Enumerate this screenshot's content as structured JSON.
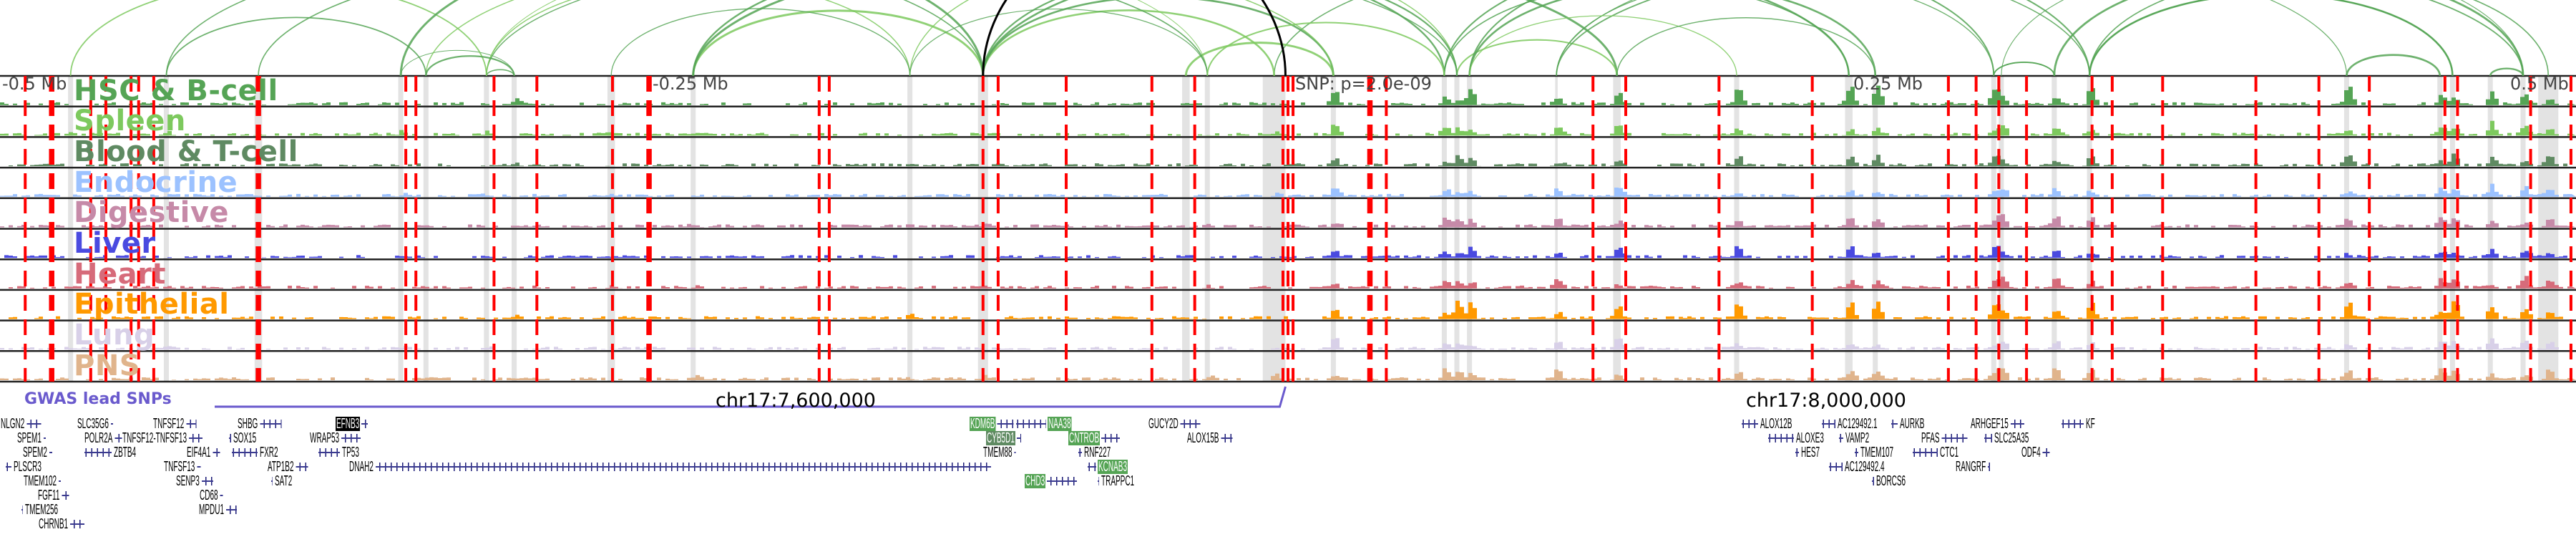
{
  "axis": {
    "labels": [
      "-0.5 Mb",
      "-0.25 Mb",
      "SNP: p=2.0e-09",
      "0.25 Mb",
      "0.5 Mb"
    ],
    "chrom_ticks": [
      "chr17:7,600,000",
      "chr17:8,000,000"
    ],
    "range_kb": [
      -510,
      512
    ]
  },
  "tracks": [
    {
      "label": "HSC & B-cell",
      "color": "#55a455"
    },
    {
      "label": "Spleen",
      "color": "#7dc95e"
    },
    {
      "label": "Blood & T-cell",
      "color": "#5f8a62"
    },
    {
      "label": "Endocrine",
      "color": "#9cc2ff"
    },
    {
      "label": "Digestive",
      "color": "#c68aa8"
    },
    {
      "label": "Liver",
      "color": "#4a4ae0"
    },
    {
      "label": "Heart",
      "color": "#d66b7a"
    },
    {
      "label": "Epithelial",
      "color": "#ff9900"
    },
    {
      "label": "Lung",
      "color": "#d8d0e8"
    },
    {
      "label": "PNS",
      "color": "#e0b48c"
    }
  ],
  "gwas": {
    "label": "GWAS lead SNPs",
    "color": "#6a5acd",
    "lead_snp_kb": 0,
    "snp_positions_kb": [
      -500,
      -490,
      -489,
      -474,
      -468,
      -458,
      -455,
      -449,
      -408,
      -407,
      -349,
      -345,
      -314,
      -297,
      -267,
      -253,
      -252,
      -185,
      -181,
      -120,
      -114,
      -87,
      -53,
      -36,
      -1,
      1,
      3,
      33,
      34,
      40,
      122,
      135,
      172,
      209,
      263,
      274,
      283,
      294,
      320,
      328,
      348,
      385,
      410,
      430,
      460,
      465,
      494,
      510
    ],
    "highlight_regions_kb": [
      [
        -483,
        -481
      ],
      [
        -445,
        -443
      ],
      [
        -409,
        -406
      ],
      [
        -352,
        -350
      ],
      [
        -342,
        -340
      ],
      [
        -318,
        -316
      ],
      [
        -307,
        -305
      ],
      [
        -269,
        -266
      ],
      [
        -236,
        -234
      ],
      [
        -150,
        -148
      ],
      [
        -122,
        -118
      ],
      [
        -41,
        -38
      ],
      [
        -32,
        -30
      ],
      [
        -9,
        0
      ],
      [
        18,
        20
      ],
      [
        62,
        64
      ],
      [
        67,
        69
      ],
      [
        72,
        74
      ],
      [
        107,
        108
      ],
      [
        130,
        133
      ],
      [
        178,
        180
      ],
      [
        222,
        225
      ],
      [
        233,
        235
      ],
      [
        280,
        282
      ],
      [
        283,
        285
      ],
      [
        304,
        306
      ],
      [
        318,
        320
      ],
      [
        420,
        422
      ],
      [
        457,
        459
      ],
      [
        462,
        464
      ],
      [
        477,
        479
      ],
      [
        490,
        492
      ],
      [
        497,
        505
      ]
    ]
  },
  "genes": [
    {
      "name": "NLGN2",
      "strand": "+"
    },
    {
      "name": "SPEM1",
      "strand": "+"
    },
    {
      "name": "SPEM2",
      "strand": "+"
    },
    {
      "name": "PLSCR3",
      "strand": "-"
    },
    {
      "name": "TMEM102",
      "strand": "+"
    },
    {
      "name": "FGF11",
      "strand": "+"
    },
    {
      "name": "TMEM256",
      "strand": "-"
    },
    {
      "name": "CHRNB1",
      "strand": "+"
    },
    {
      "name": "SLC35G6",
      "strand": "+"
    },
    {
      "name": "POLR2A",
      "strand": "+"
    },
    {
      "name": "ZBTB4",
      "strand": "-"
    },
    {
      "name": "TNFSF12-TNFSF13",
      "strand": "+"
    },
    {
      "name": "TNFSF12",
      "strand": "+"
    },
    {
      "name": "EIF4A1",
      "strand": "+"
    },
    {
      "name": "TNFSF13",
      "strand": "+"
    },
    {
      "name": "SENP3",
      "strand": "+"
    },
    {
      "name": "CD68",
      "strand": "+"
    },
    {
      "name": "MPDU1",
      "strand": "+"
    },
    {
      "name": "SHBG",
      "strand": "+"
    },
    {
      "name": "SOX15",
      "strand": "-"
    },
    {
      "name": "FXR2",
      "strand": "-"
    },
    {
      "name": "ATP1B2",
      "strand": "+"
    },
    {
      "name": "SAT2",
      "strand": "-"
    },
    {
      "name": "EFNB3",
      "strand": "+",
      "highlight": "black"
    },
    {
      "name": "WRAP53",
      "strand": "+"
    },
    {
      "name": "TP53",
      "strand": "-"
    },
    {
      "name": "DNAH2",
      "strand": "+"
    },
    {
      "name": "KDM6B",
      "strand": "+",
      "highlight": "green"
    },
    {
      "name": "NAA38",
      "strand": "-",
      "highlight": "green"
    },
    {
      "name": "CYB5D1",
      "strand": "+",
      "highlight": "dark"
    },
    {
      "name": "TMEM88",
      "strand": "+"
    },
    {
      "name": "CNTROB",
      "strand": "+",
      "highlight": "green"
    },
    {
      "name": "RNF227",
      "strand": "-"
    },
    {
      "name": "KCNAB3",
      "strand": "-",
      "highlight": "green"
    },
    {
      "name": "CHD3",
      "strand": "+",
      "highlight": "green"
    },
    {
      "name": "TRAPPC1",
      "strand": "-"
    },
    {
      "name": "GUCY2D",
      "strand": "+"
    },
    {
      "name": "ALOX15B",
      "strand": "+"
    },
    {
      "name": "ALOX12B",
      "strand": "-"
    },
    {
      "name": "ALOXE3",
      "strand": "-"
    },
    {
      "name": "HES7",
      "strand": "-"
    },
    {
      "name": "AC129492.1",
      "strand": "-"
    },
    {
      "name": "VAMP2",
      "strand": "-"
    },
    {
      "name": "TMEM107",
      "strand": "-"
    },
    {
      "name": "AC129492.4",
      "strand": "-"
    },
    {
      "name": "BORCS6",
      "strand": "-"
    },
    {
      "name": "AURKB",
      "strand": "-"
    },
    {
      "name": "PFAS",
      "strand": "+"
    },
    {
      "name": "CTC1",
      "strand": "-"
    },
    {
      "name": "RANGRF",
      "strand": "-"
    },
    {
      "name": "ARHGEF15",
      "strand": "+"
    },
    {
      "name": "SLC25A35",
      "strand": "-"
    },
    {
      "name": "ODF4",
      "strand": "+"
    },
    {
      "name": "KF",
      "strand": "-"
    }
  ]
}
